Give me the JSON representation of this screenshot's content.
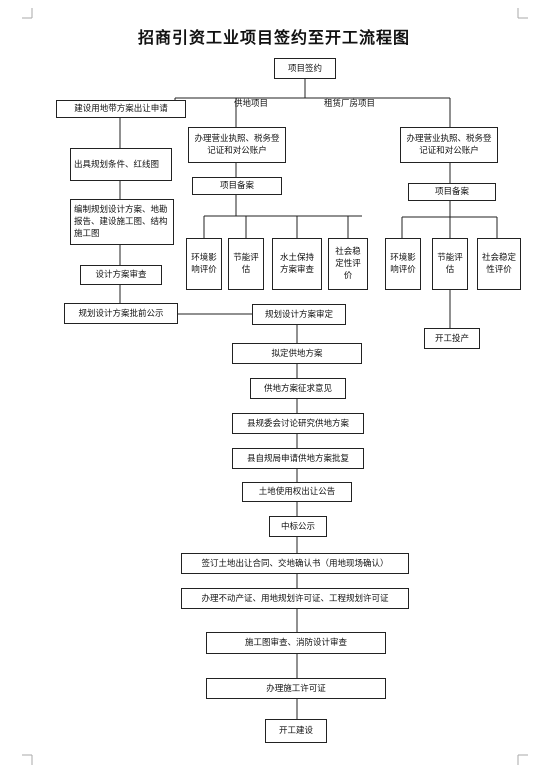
{
  "title": "招商引资工业项目签约至开工流程图",
  "labels": {
    "supply": "供地项目",
    "lease": "租赁厂房项目"
  },
  "nodes": {
    "signing": "项目签约",
    "land_apply": "建设用地带方案出让申请",
    "plan_conditions": "出具规划条件、红线图",
    "design_compile": "编制规划设计方案、地勘报告、建设施工图、结构施工图",
    "design_review": "设计方案审查",
    "plan_publicity": "规划设计方案批前公示",
    "plan_review": "规划设计方案审定",
    "license_mid": "办理营业执照、税务登记证和对公账户",
    "filing_mid": "项目备案",
    "env_mid": "环境影响评价",
    "energy_mid": "节能评估",
    "water_mid": "水土保持方案审查",
    "social_mid": "社会稳定性评价",
    "license_right": "办理营业执照、税务登记证和对公账户",
    "filing_right": "项目备案",
    "env_right": "环境影响评价",
    "energy_right": "节能评估",
    "social_right": "社会稳定性评价",
    "production": "开工投产",
    "supply_plan": "拟定供地方案",
    "opinions": "供地方案征求意见",
    "committee": "县规委会讨论研究供地方案",
    "approval": "县自规局申请供地方案批复",
    "announcement": "土地使用权出让公告",
    "bid_publicity": "中标公示",
    "contract": "签订土地出让合同、交地确认书（用地现场确认）",
    "certificates": "办理不动产证、用地规划许可证、工程规划许可证",
    "drawing_review": "施工图审查、消防设计审查",
    "construction_permit": "办理施工许可证",
    "start": "开工建设"
  }
}
